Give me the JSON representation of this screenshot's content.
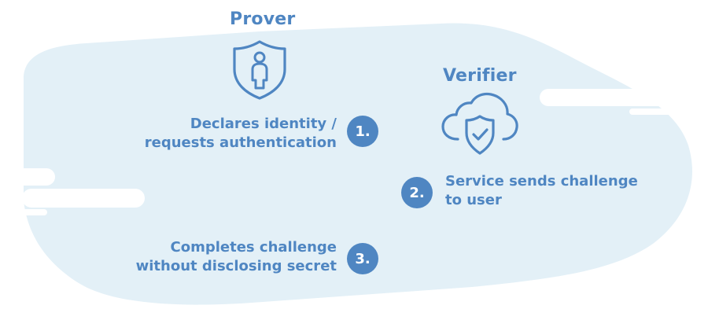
{
  "colors": {
    "accent": "#4f86c2",
    "cloud_fill": "#e3f0f7",
    "background": "#ffffff"
  },
  "prover": {
    "title": "Prover",
    "icon": "shield-user-icon"
  },
  "verifier": {
    "title": "Verifier",
    "icon": "cloud-shield-icon"
  },
  "steps": [
    {
      "number": "1.",
      "lines": [
        "Declares identity /",
        "requests authentication"
      ]
    },
    {
      "number": "2.",
      "lines": [
        "Service sends challenge",
        "to user"
      ]
    },
    {
      "number": "3.",
      "lines": [
        "Completes challenge",
        "without disclosing secret"
      ]
    }
  ]
}
